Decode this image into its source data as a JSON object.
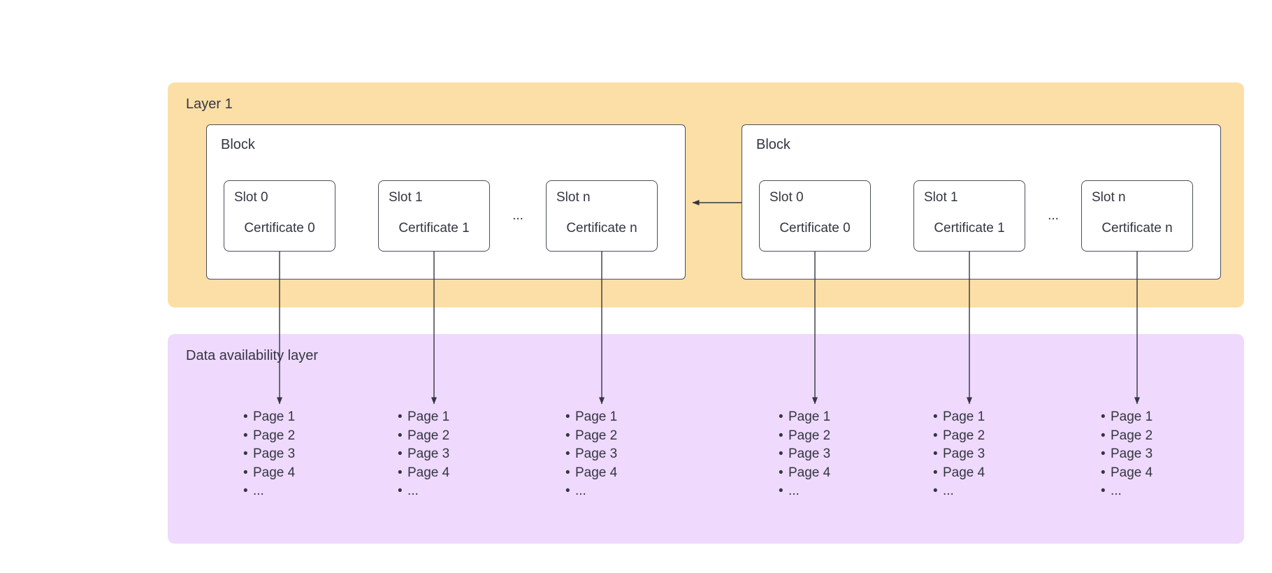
{
  "diagram": {
    "title_absent": true,
    "colors": {
      "layer1_band": "#FCDFA6",
      "data_layer_band": "#EFD9FD",
      "box_border": "#4a4f5c",
      "box_fill": "#ffffff",
      "text": "#333641",
      "edge": "#333641",
      "canvas": "#ffffff"
    }
  },
  "layers": [
    {
      "id": "layer1",
      "label": "Layer 1",
      "blocks": [
        {
          "id": "block-left",
          "label": "Block",
          "ellipsis": "...",
          "slots": [
            {
              "slot_label": "Slot 0",
              "certificate_label": "Certificate 0"
            },
            {
              "slot_label": "Slot 1",
              "certificate_label": "Certificate 1"
            },
            {
              "slot_label": "Slot n",
              "certificate_label": "Certificate n"
            }
          ]
        },
        {
          "id": "block-right",
          "label": "Block",
          "ellipsis": "...",
          "slots": [
            {
              "slot_label": "Slot 0",
              "certificate_label": "Certificate 0"
            },
            {
              "slot_label": "Slot 1",
              "certificate_label": "Certificate 1"
            },
            {
              "slot_label": "Slot n",
              "certificate_label": "Certificate n"
            }
          ]
        }
      ]
    },
    {
      "id": "data-availability",
      "label": "Data availability layer",
      "page_lists": [
        {
          "id": "pages-l-0",
          "items": [
            "Page 1",
            "Page 2",
            "Page 3",
            "Page 4",
            "..."
          ]
        },
        {
          "id": "pages-l-1",
          "items": [
            "Page 1",
            "Page 2",
            "Page 3",
            "Page 4",
            "..."
          ]
        },
        {
          "id": "pages-l-n",
          "items": [
            "Page 1",
            "Page 2",
            "Page 3",
            "Page 4",
            "..."
          ]
        },
        {
          "id": "pages-r-0",
          "items": [
            "Page 1",
            "Page 2",
            "Page 3",
            "Page 4",
            "..."
          ]
        },
        {
          "id": "pages-r-1",
          "items": [
            "Page 1",
            "Page 2",
            "Page 3",
            "Page 4",
            "..."
          ]
        },
        {
          "id": "pages-r-n",
          "items": [
            "Page 1",
            "Page 2",
            "Page 3",
            "Page 4",
            "..."
          ]
        }
      ],
      "bullet": "•"
    }
  ],
  "connections": {
    "block_to_block": {
      "from": "block-right",
      "to": "block-left",
      "direction": "left",
      "label": ""
    },
    "slot_to_pages_count": 6
  }
}
